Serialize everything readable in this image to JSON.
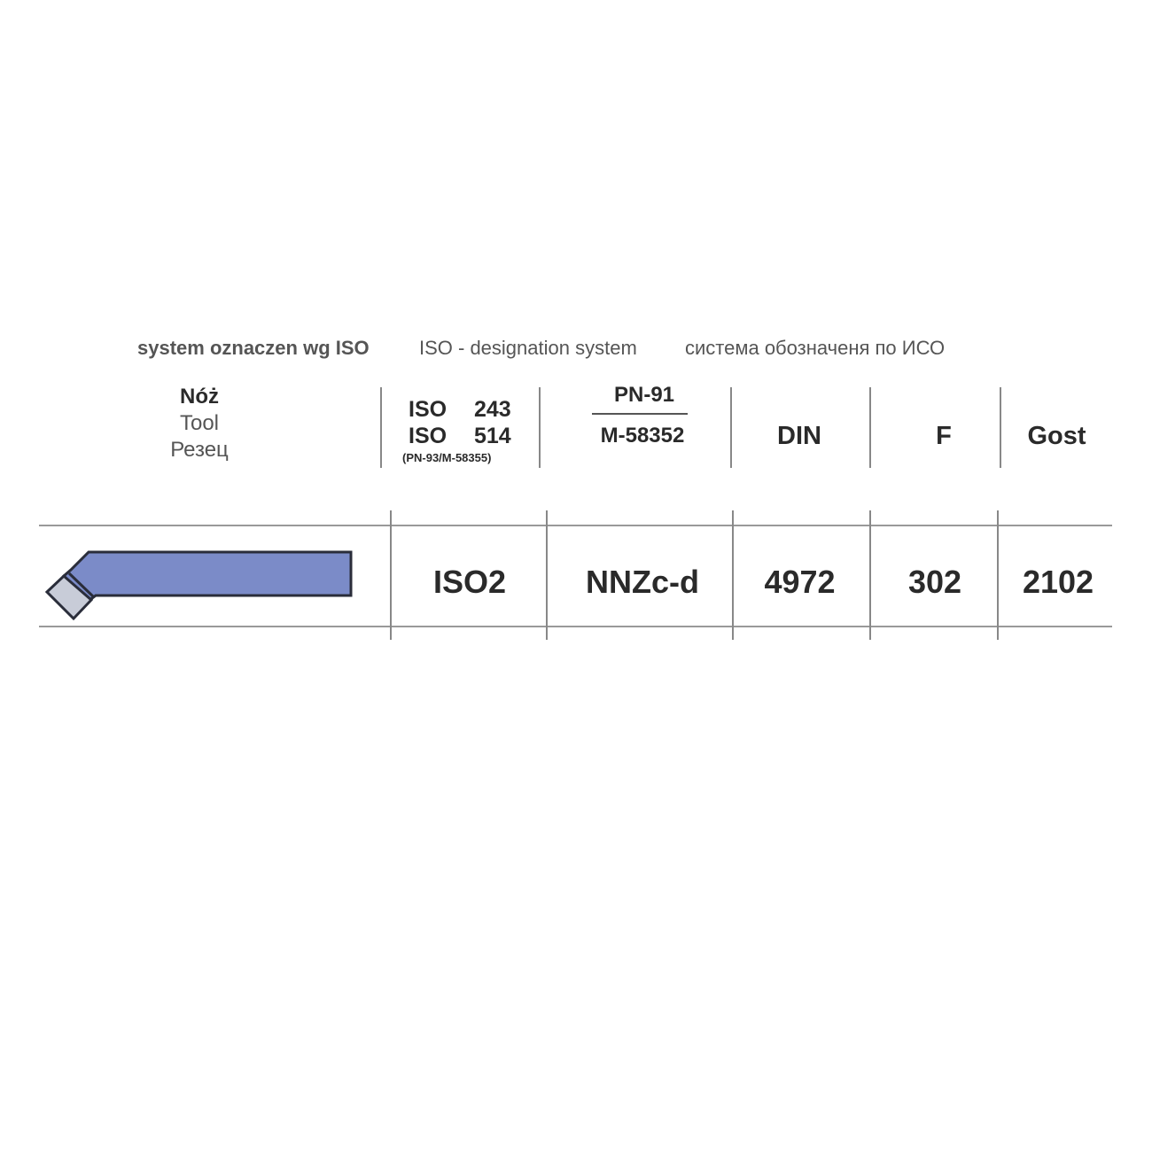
{
  "title": {
    "pl": "system oznaczen wg ISO",
    "en": "ISO - designation system",
    "ru": "система обозначеня по ИСО"
  },
  "headers": {
    "tool": {
      "pl": "Nóż",
      "en": "Tool",
      "ru": "Резец"
    },
    "iso": {
      "line1_a": "ISO",
      "line1_b": "243",
      "line2_a": "ISO",
      "line2_b": "514",
      "note": "(PN-93/M-58355)"
    },
    "pn": {
      "top": "PN-91",
      "bottom": "M-58352"
    },
    "din": "DIN",
    "f": "F",
    "gost": "Gost"
  },
  "row": {
    "iso": "ISO2",
    "pn": "NNZc-d",
    "din": "4972",
    "f": "302",
    "gost": "2102"
  },
  "colors": {
    "tool_body": "#7b8bc8",
    "tool_insert": "#c8ccd8"
  }
}
